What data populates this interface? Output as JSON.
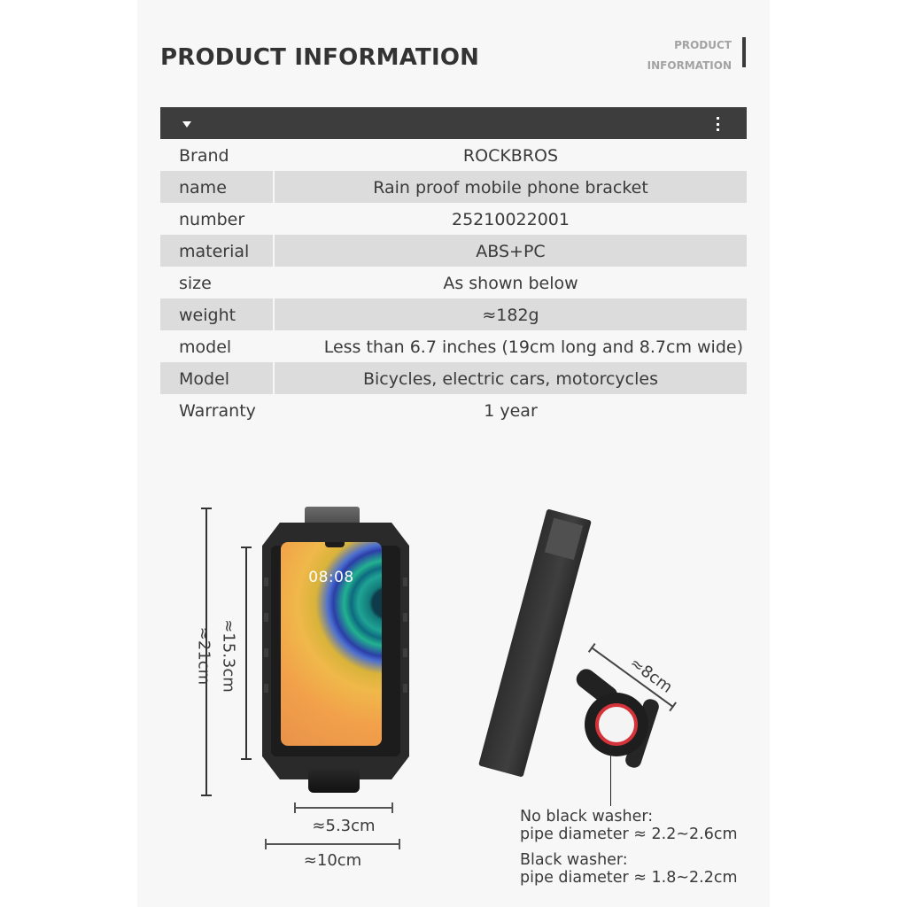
{
  "header": {
    "title": "PRODUCT INFORMATION",
    "side_label_line1": "PRODUCT",
    "side_label_line2": "INFORMATION"
  },
  "table": {
    "toggle_icon": "triangle-down-icon",
    "menu_icon": "more-vertical-icon",
    "rows": [
      {
        "label": "Brand",
        "value": "ROCKBROS",
        "shaded": false
      },
      {
        "label": "name",
        "value": "Rain proof mobile phone bracket",
        "shaded": true
      },
      {
        "label": "number",
        "value": "25210022001",
        "shaded": false
      },
      {
        "label": "material",
        "value": "ABS+PC",
        "shaded": true
      },
      {
        "label": "size",
        "value": "As shown below",
        "shaded": false
      },
      {
        "label": "weight",
        "value": "≈182g",
        "shaded": true
      },
      {
        "label": "model",
        "value": "Less than 6.7 inches (19cm long and 8.7cm wide)",
        "shaded": false
      },
      {
        "label": "Model",
        "value": "Bicycles, electric cars, motorcycles",
        "shaded": true
      },
      {
        "label": "Warranty",
        "value": "1 year",
        "shaded": false
      }
    ]
  },
  "front_view": {
    "screen_time": "08:08",
    "height_outer": "≈21cm",
    "height_inner": "≈15.3cm",
    "width_inner": "≈5.3cm",
    "width_outer": "≈10cm"
  },
  "side_view": {
    "depth": "≈8cm",
    "note1_line1": "No black washer:",
    "note1_line2": "pipe diameter ≈ 2.2~2.6cm",
    "note2_line1": "Black washer:",
    "note2_line2": "pipe diameter ≈ 1.8~2.2cm"
  },
  "colors": {
    "panel_bg": "#f7f7f7",
    "header_bar": "#3d3d3d",
    "row_shade": "#dcdcdc",
    "accent_ring": "#d4333a"
  }
}
